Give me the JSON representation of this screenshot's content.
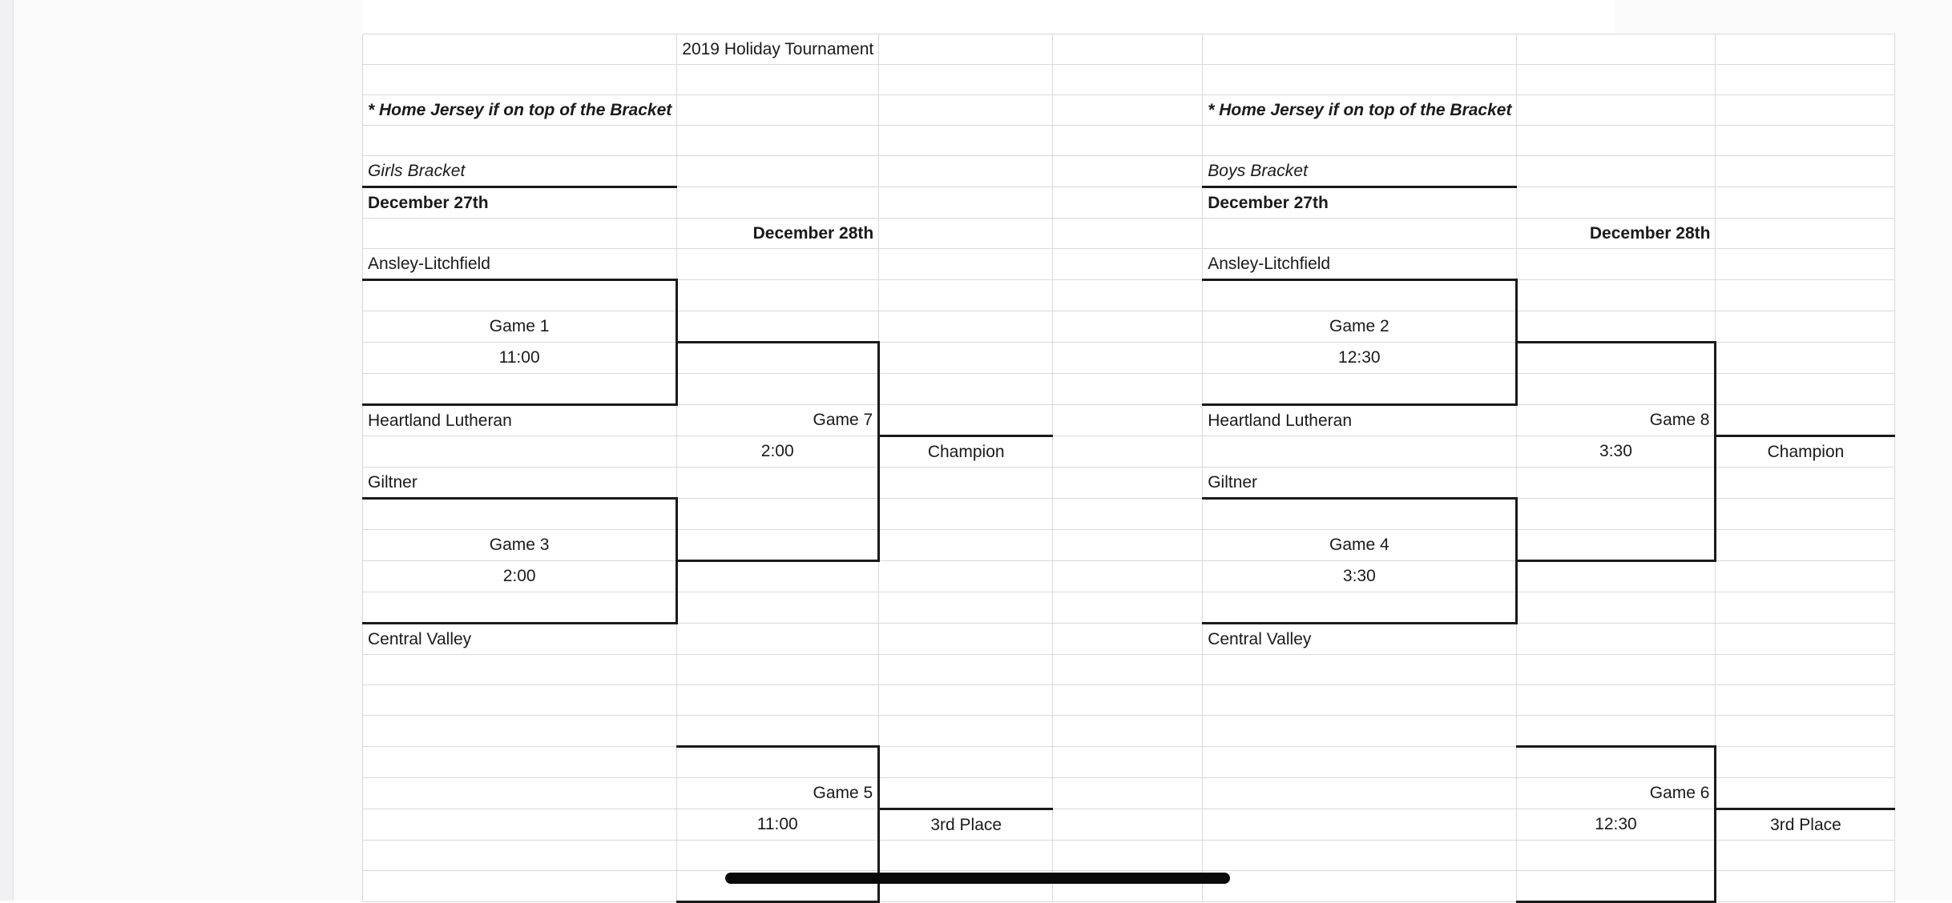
{
  "document": {
    "title": "2019 Holiday Tournament",
    "note_left": "* Home Jersey if on top of the Bracket",
    "note_right": "* Home Jersey if on top of the Bracket"
  },
  "brackets": {
    "girls": {
      "heading": "Girls Bracket",
      "round1_date": "December 27th",
      "round2_date": "December 28th",
      "teams": {
        "top_a": "Ansley-Litchfield",
        "top_b": "Heartland Lutheran",
        "bot_a": "Giltner",
        "bot_b": "Central Valley"
      },
      "games": {
        "g1": {
          "label": "Game 1",
          "time": "11:00"
        },
        "g3": {
          "label": "Game 3",
          "time": "2:00"
        },
        "g7": {
          "label": "Game 7",
          "time": "2:00"
        },
        "g5": {
          "label": "Game 5",
          "time": "11:00"
        }
      },
      "outcomes": {
        "champion": "Champion",
        "third": "3rd Place"
      }
    },
    "boys": {
      "heading": "Boys Bracket",
      "round1_date": "December 27th",
      "round2_date": "December 28th",
      "teams": {
        "top_a": "Ansley-Litchfield",
        "top_b": "Heartland Lutheran",
        "bot_a": "Giltner",
        "bot_b": "Central Valley"
      },
      "games": {
        "g2": {
          "label": "Game 2",
          "time": "12:30"
        },
        "g4": {
          "label": "Game 4",
          "time": "3:30"
        },
        "g8": {
          "label": "Game 8",
          "time": "3:30"
        },
        "g6": {
          "label": "Game 6",
          "time": "12:30"
        }
      },
      "outcomes": {
        "champion": "Champion",
        "third": "3rd Place"
      }
    }
  },
  "colors": {
    "grid_line": "#d9d9dd",
    "bracket_line": "#1a1a1a",
    "page_background": "#ffffff",
    "gutter": "#fafafb",
    "scrollbar": "#0a0a0a"
  }
}
